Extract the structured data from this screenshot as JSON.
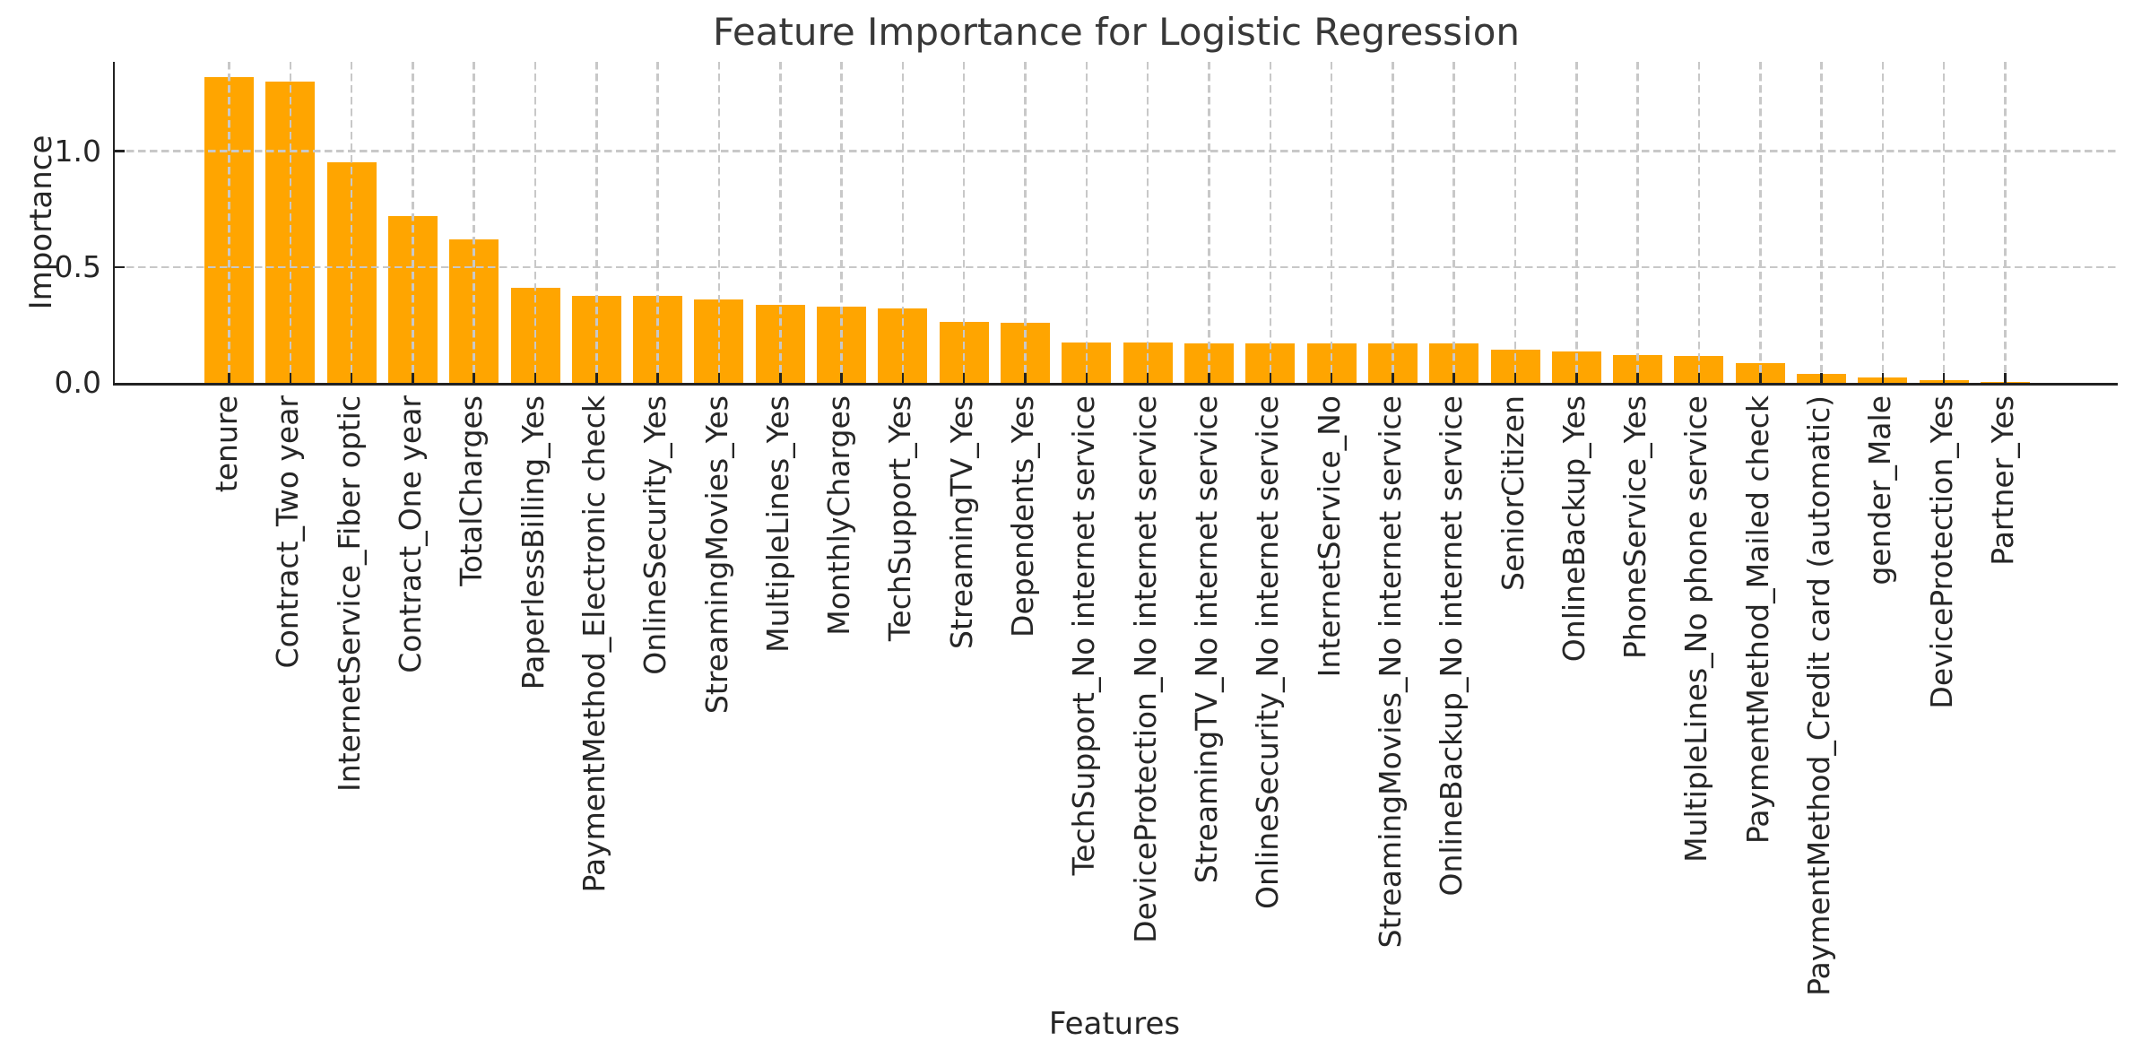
{
  "chart_data": {
    "type": "bar",
    "title": "Feature Importance for Logistic Regression",
    "xlabel": "Features",
    "ylabel": "Importance",
    "ylim": [
      0,
      1.39
    ],
    "yticks": [
      0.0,
      0.5,
      1.0
    ],
    "ytick_labels": [
      "0.0",
      "0.5",
      "1.0"
    ],
    "legend_position": "none",
    "grid": "dashed, both axes, drawn above bars",
    "bar_color": "#FFA500",
    "grid_color": "#c8c8c8",
    "spine_color": "#222222",
    "categories": [
      "tenure",
      "Contract_Two year",
      "InternetService_Fiber optic",
      "Contract_One year",
      "TotalCharges",
      "PaperlessBilling_Yes",
      "PaymentMethod_Electronic check",
      "OnlineSecurity_Yes",
      "StreamingMovies_Yes",
      "MultipleLines_Yes",
      "MonthlyCharges",
      "TechSupport_Yes",
      "StreamingTV_Yes",
      "Dependents_Yes",
      "TechSupport_No internet service",
      "DeviceProtection_No internet service",
      "StreamingTV_No internet service",
      "OnlineSecurity_No internet service",
      "InternetService_No",
      "StreamingMovies_No internet service",
      "OnlineBackup_No internet service",
      "SeniorCitizen",
      "OnlineBackup_Yes",
      "PhoneService_Yes",
      "MultipleLines_No phone service",
      "PaymentMethod_Mailed check",
      "PaymentMethod_Credit card (automatic)",
      "gender_Male",
      "DeviceProtection_Yes",
      "Partner_Yes"
    ],
    "values": [
      1.32,
      1.3,
      0.95,
      0.72,
      0.62,
      0.41,
      0.375,
      0.375,
      0.36,
      0.335,
      0.33,
      0.32,
      0.265,
      0.26,
      0.175,
      0.175,
      0.17,
      0.17,
      0.17,
      0.17,
      0.17,
      0.145,
      0.135,
      0.12,
      0.115,
      0.085,
      0.04,
      0.025,
      0.01,
      0.005
    ]
  }
}
